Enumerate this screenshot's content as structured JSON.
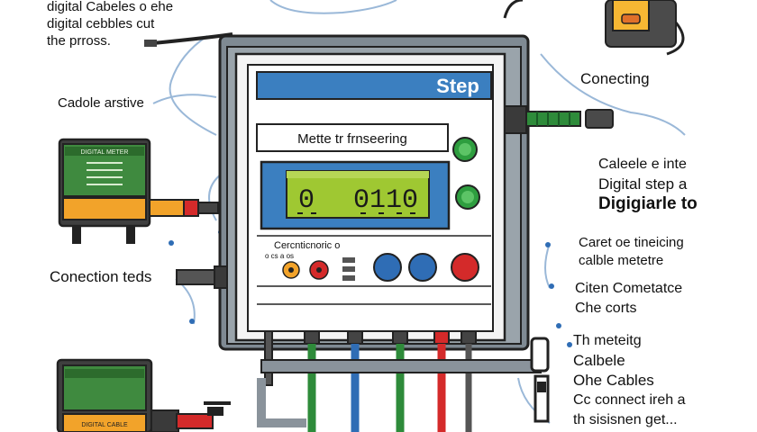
{
  "labels": {
    "top_left": [
      "digital Cabeles o ehe",
      "digital cebbles cut",
      "the prross."
    ],
    "cable_active": "Cadole arstive",
    "connection": "Conection teds",
    "connecting": "Conecting",
    "right_block1": [
      "Caleele e inte",
      "Digital step a",
      "Digigiarle to"
    ],
    "right_block2": [
      "Caret oe tineicing",
      "calble metetre"
    ],
    "right_block3": [
      "Citen Cometatce",
      "Che corts"
    ],
    "right_block4": [
      "Th meteitg",
      "Calbele",
      "Ohe Cables",
      "Cc connect ireh a",
      "th sisisnen get..."
    ]
  },
  "meter": {
    "step_label": "Step",
    "title": "Mette tr frnseering",
    "display_left": "0",
    "display_right": "0110",
    "small_label": "Cercnticnoric o",
    "small_label_row": "o  cs  a      os"
  },
  "devices": {
    "left_top_label": "DIGITAL METER",
    "left_bottom_label": "DIGITAL CABLE"
  },
  "colors": {
    "meter_blue": "#3b7fc0",
    "lcd_green": "#9fc832",
    "cable_green": "#2e8b3a",
    "cable_blue": "#2f6db5",
    "cable_red": "#d42a2a",
    "orange": "#f2a32a"
  }
}
